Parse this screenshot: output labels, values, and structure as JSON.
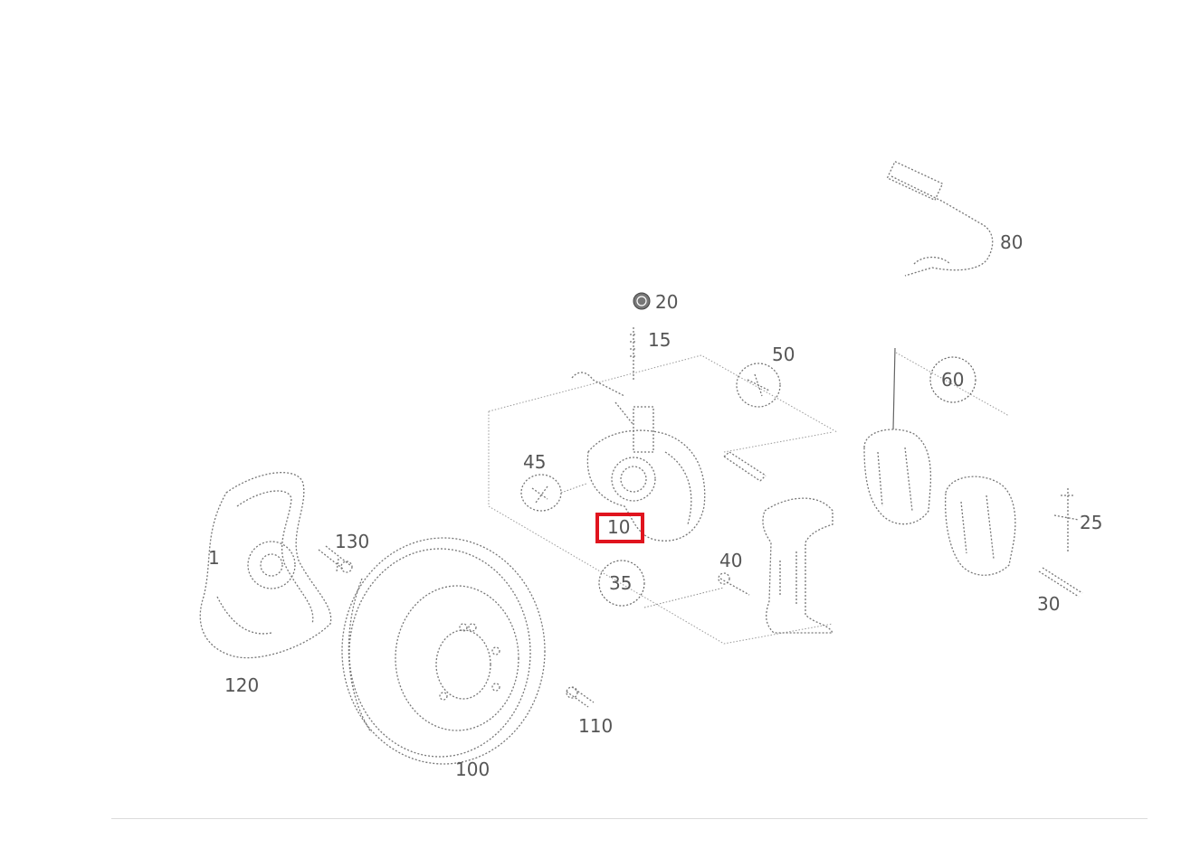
{
  "diagram": {
    "highlight_color": "#e0141e",
    "highlighted_part": "10",
    "labels": {
      "p1": "1",
      "p10": "10",
      "p15": "15",
      "p20": "20",
      "p25": "25",
      "p30": "30",
      "p35": "35",
      "p40": "40",
      "p45": "45",
      "p50": "50",
      "p60": "60",
      "p80": "80",
      "p100": "100",
      "p110": "110",
      "p120": "120",
      "p130": "130"
    }
  }
}
